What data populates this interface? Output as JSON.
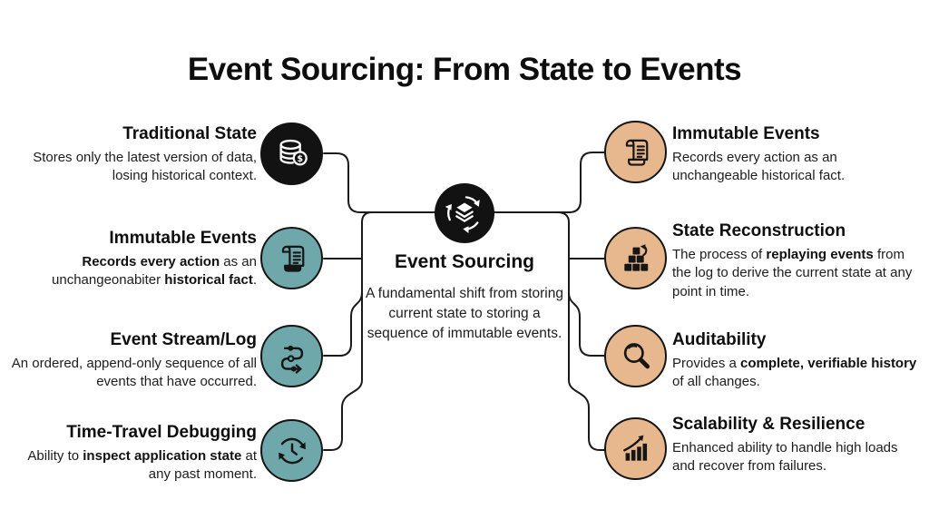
{
  "title": "Event Sourcing: From State to Events",
  "colors": {
    "black_circle": "#121212",
    "teal_circle": "#6FA8AA",
    "tan_circle": "#E7B78E",
    "connector_line": "#1a1a1a",
    "background": "#ffffff"
  },
  "center": {
    "heading": "Event Sourcing",
    "body": "A fundamental shift from storing current state to storing a sequence of immutable events.",
    "icon": "sync-layers-icon"
  },
  "left_items": [
    {
      "heading": "Traditional State",
      "icon": "database-coin-icon",
      "circle_color": "#121212",
      "body": [
        {
          "t": "Stores only the latest version of data, losing historical context.",
          "b": false
        }
      ]
    },
    {
      "heading": "Immutable Events",
      "icon": "scroll-icon",
      "circle_color": "#6FA8AA",
      "body": [
        {
          "t": "Records every action",
          "b": true
        },
        {
          "t": " as an unchangeonabiter ",
          "b": false
        },
        {
          "t": "historical fact",
          "b": true
        },
        {
          "t": ".",
          "b": false
        }
      ]
    },
    {
      "heading": "Event Stream/Log",
      "icon": "event-stream-icon",
      "circle_color": "#6FA8AA",
      "body": [
        {
          "t": "An ordered, append-only sequence of all events that have occurred.",
          "b": false
        }
      ]
    },
    {
      "heading": "Time-Travel Debugging",
      "icon": "time-travel-icon",
      "circle_color": "#6FA8AA",
      "body": [
        {
          "t": "Ability to ",
          "b": false
        },
        {
          "t": "inspect application state",
          "b": true
        },
        {
          "t": " at any past moment.",
          "b": false
        }
      ]
    }
  ],
  "right_items": [
    {
      "heading": "Immutable Events",
      "icon": "scroll-icon",
      "circle_color": "#E7B78E",
      "body": [
        {
          "t": "Records every action as an unchangeable historical fact.",
          "b": false
        }
      ]
    },
    {
      "heading": "State Reconstruction",
      "icon": "blocks-replay-icon",
      "circle_color": "#E7B78E",
      "body": [
        {
          "t": "The process of ",
          "b": false
        },
        {
          "t": "replaying events",
          "b": true
        },
        {
          "t": " from the log to derive the current state at any point in time.",
          "b": false
        }
      ]
    },
    {
      "heading": "Auditability",
      "icon": "magnifier-icon",
      "circle_color": "#E7B78E",
      "body": [
        {
          "t": "Provides a ",
          "b": false
        },
        {
          "t": "complete, verifiable history",
          "b": true
        },
        {
          "t": " of all changes.",
          "b": false
        }
      ]
    },
    {
      "heading": "Scalability & Resilience",
      "icon": "growth-chart-icon",
      "circle_color": "#E7B78E",
      "body": [
        {
          "t": "Enhanced ability to handle high loads and recover from failures.",
          "b": false
        }
      ]
    }
  ]
}
